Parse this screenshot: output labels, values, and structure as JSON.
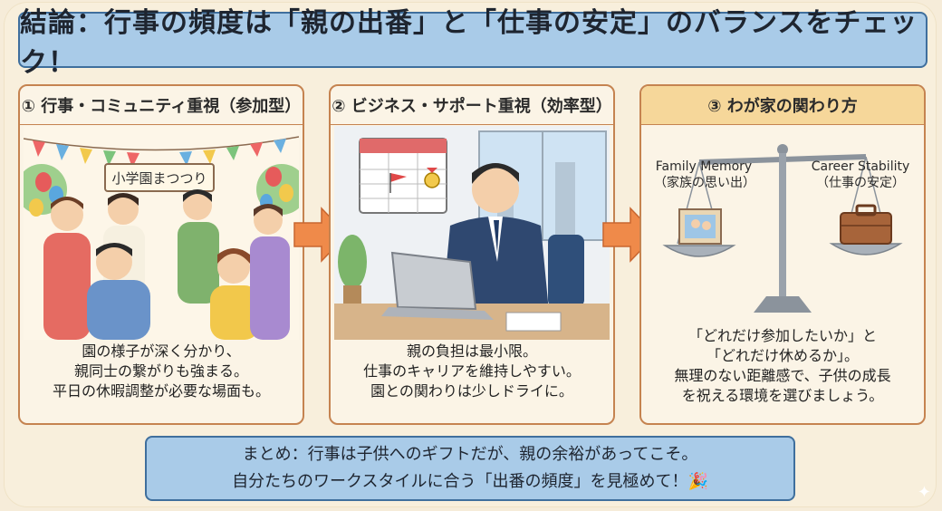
{
  "title": "結論：行事の頻度は「親の出番」と「仕事の安定」のバランスをチェック！",
  "panels": [
    {
      "heading": "① 行事・コミュニティ重視（参加型）",
      "banner": "小学園まつつり",
      "lines": [
        "園の様子が深く分かり、",
        "親同士の繋がりも強まる。",
        "平日の休暇調整が必要な場面も。"
      ]
    },
    {
      "heading": "② ビジネス・サポート重視（効率型）",
      "lines": [
        "親の負担は最小限。",
        "仕事のキャリアを維持しやすい。",
        "園との関わりは少しドライに。"
      ]
    },
    {
      "heading": "③ わが家の関わり方",
      "left_label_en": "Family Memory",
      "left_label_jp": "（家族の思い出）",
      "right_label_en": "Career Stability",
      "right_label_jp": "（仕事の安定）",
      "lines": [
        "「どれだけ参加したいか」と",
        "「どれだけ休めるか」。",
        "無理のない距離感で、子供の成長",
        "を祝える環境を選びましょう。"
      ]
    }
  ],
  "summary": {
    "line1": "まとめ：行事は子供へのギフトだが、親の余裕があってこそ。",
    "line2": "自分たちのワークスタイルに合う「出番の頻度」を見極めて！🎉"
  },
  "colors": {
    "accent_blue": "#a9cbe8",
    "border_blue": "#3f6f9d",
    "panel_border": "#c58350",
    "arrow": "#ef8a4a",
    "panel3_head": "#f6d79a"
  },
  "icons": [
    "arrow-right-icon",
    "calendar-icon",
    "medal-icon",
    "laptop-icon",
    "photo-frame-icon",
    "briefcase-icon",
    "balance-scale-icon",
    "party-popper-icon"
  ]
}
